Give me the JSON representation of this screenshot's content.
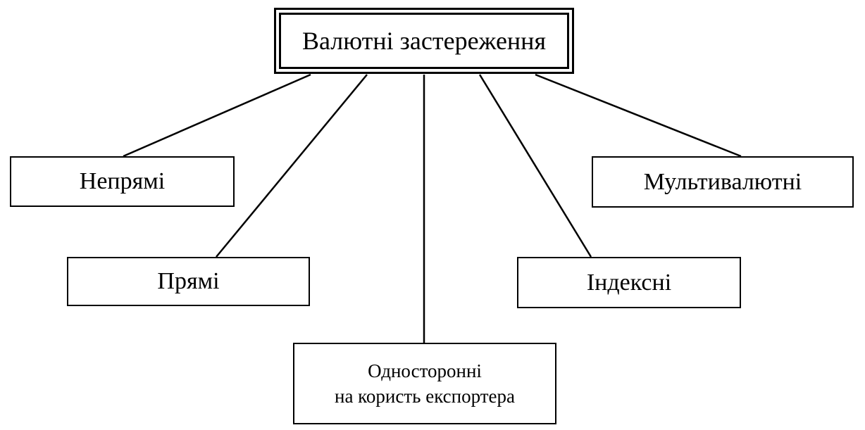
{
  "diagram": {
    "root": {
      "label": "Валютні застереження"
    },
    "children": [
      {
        "id": "neprami",
        "label": "Непрямі"
      },
      {
        "id": "prami",
        "label": "Прямі"
      },
      {
        "id": "odnostoronni",
        "lines": [
          "Односторонні",
          "на користь експортера"
        ]
      },
      {
        "id": "indeksni",
        "label": "Індексні"
      },
      {
        "id": "multivalutni",
        "label": "Мультивалютні"
      }
    ]
  }
}
